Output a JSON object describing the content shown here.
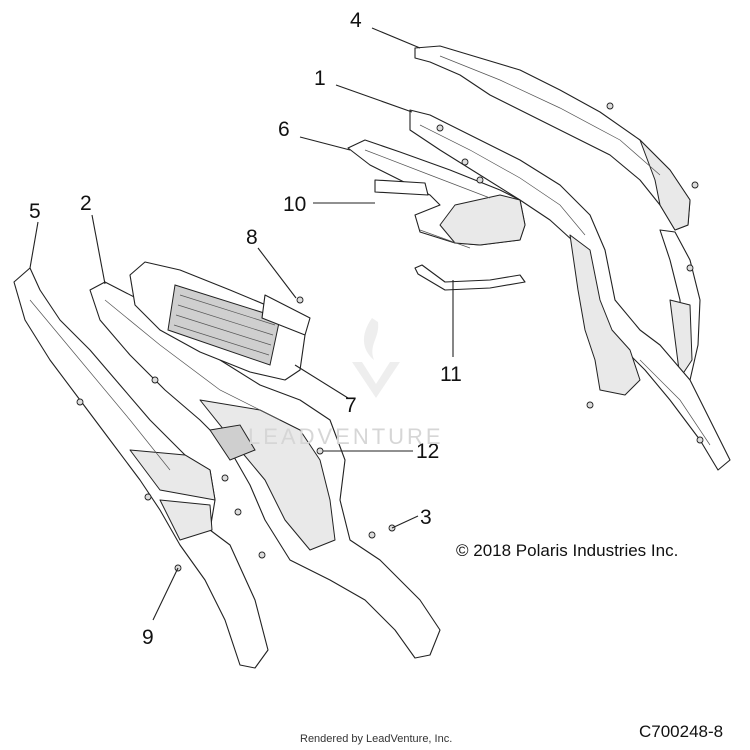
{
  "callouts": [
    {
      "id": "4",
      "label": "4"
    },
    {
      "id": "1",
      "label": "1"
    },
    {
      "id": "6",
      "label": "6"
    },
    {
      "id": "10",
      "label": "10"
    },
    {
      "id": "5",
      "label": "5"
    },
    {
      "id": "2",
      "label": "2"
    },
    {
      "id": "8",
      "label": "8"
    },
    {
      "id": "11",
      "label": "11"
    },
    {
      "id": "7",
      "label": "7"
    },
    {
      "id": "12",
      "label": "12"
    },
    {
      "id": "3",
      "label": "3"
    },
    {
      "id": "9",
      "label": "9"
    }
  ],
  "copyright": "© 2018 Polaris Industries Inc.",
  "document_number": "C700248-8",
  "rendered_by": "Rendered by LeadVenture, Inc.",
  "watermark": "LEADVENTURE"
}
